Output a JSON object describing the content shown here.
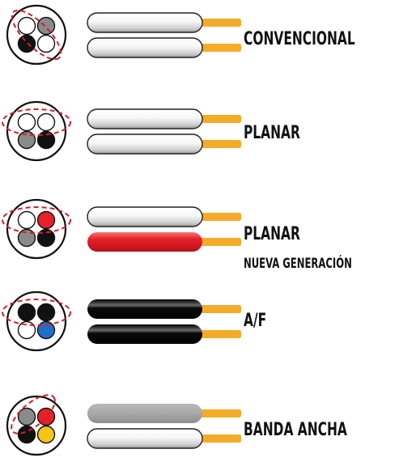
{
  "rows": [
    {
      "label": "CONVENCIONAL",
      "sublabel": "",
      "dots": [
        "white",
        "gray",
        "black",
        "white"
      ],
      "pairing": "diagonal",
      "wires": [
        "white",
        "white"
      ]
    },
    {
      "label": "PLANAR",
      "sublabel": "",
      "dots": [
        "white",
        "white",
        "gray",
        "black"
      ],
      "pairing": "top",
      "wires": [
        "white",
        "white"
      ]
    },
    {
      "label": "PLANAR",
      "sublabel": "NUEVA GENERACIÓN",
      "dots": [
        "white",
        "red",
        "gray",
        "black"
      ],
      "pairing": "top",
      "wires": [
        "white",
        "red"
      ]
    },
    {
      "label": "A/F",
      "sublabel": "",
      "dots": [
        "black",
        "black",
        "white",
        "blue"
      ],
      "pairing": "top",
      "wires": [
        "black",
        "black"
      ]
    },
    {
      "label": "BANDA ANCHA",
      "sublabel": "",
      "dots": [
        "gray",
        "red",
        "black",
        "yellow"
      ],
      "pairing": "diagonal-top-left",
      "wires": [
        "gray",
        "white"
      ]
    }
  ],
  "colors": {
    "white": "#ffffff",
    "gray": "#8a8a8a",
    "black": "#111111",
    "red": "#e8202a",
    "blue": "#1f6fc6",
    "yellow": "#f5c518",
    "conductor": "#f5ab2a",
    "dash": "#d0202a"
  }
}
